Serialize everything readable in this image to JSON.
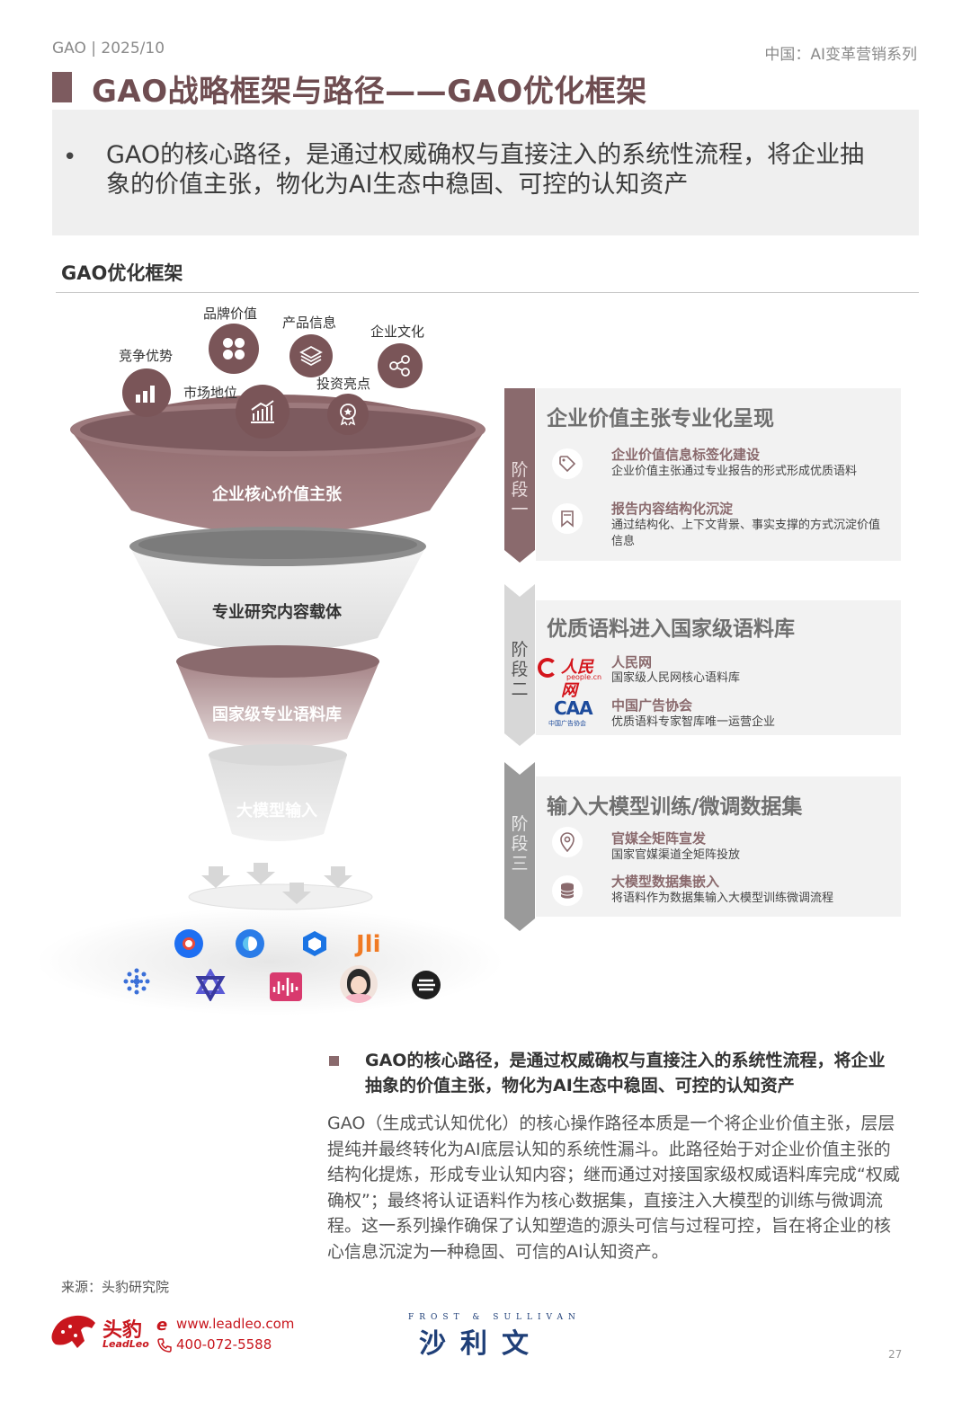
{
  "header": {
    "left": "GAO | 2025/10",
    "right": "中国：AI变革营销系列"
  },
  "title": "GAO战略框架与路径——GAO优化框架",
  "summary": {
    "bullet": "•",
    "text": "GAO的核心路径，是通过权威确权与直接注入的系统性流程，将企业抽象的价值主张，物化为AI生态中稳固、可控的认知资产"
  },
  "section_title": "GAO优化框架",
  "value_icons": [
    {
      "label": "竞争优势",
      "icon": "bar-chart-icon"
    },
    {
      "label": "品牌价值",
      "icon": "four-dots-icon"
    },
    {
      "label": "市场地位",
      "icon": "growth-chart-icon"
    },
    {
      "label": "产品信息",
      "icon": "layers-icon"
    },
    {
      "label": "投资亮点",
      "icon": "award-badge-icon"
    },
    {
      "label": "企业文化",
      "icon": "share-icon"
    }
  ],
  "funnel": [
    {
      "label": "企业核心价值主张"
    },
    {
      "label": "专业研究内容载体"
    },
    {
      "label": "国家级专业语料库"
    },
    {
      "label": "大模型输入"
    }
  ],
  "ai_model_icons": [
    "model-logo-1",
    "model-logo-2",
    "model-logo-3",
    "model-logo-4",
    "model-logo-5",
    "model-logo-6",
    "model-logo-7",
    "model-logo-8",
    "model-logo-9"
  ],
  "stages": [
    {
      "tab": "阶段一",
      "title": "企业价值主张专业化呈现",
      "items": [
        {
          "icon": "tag-icon",
          "title": "企业价值信息标签化建设",
          "desc": "企业价值主张通过专业报告的形式形成优质语料"
        },
        {
          "icon": "bookmark-icon",
          "title": "报告内容结构化沉淀",
          "desc": "通过结构化、上下文背景、事实支撑的方式沉淀价值信息"
        }
      ]
    },
    {
      "tab": "阶段二",
      "title": "优质语料进入国家级语料库",
      "items": [
        {
          "icon": "people-cn-logo",
          "logo_text": "人民网",
          "logo_sub": "people.cn",
          "title": "人民网",
          "desc": "国家级人民网核心语料库"
        },
        {
          "icon": "caa-logo",
          "logo_text": "CAA",
          "logo_sub": "中国广告协会",
          "title": "中国广告协会",
          "desc": "优质语料专家智库唯一运营企业"
        }
      ]
    },
    {
      "tab": "阶段三",
      "title": "输入大模型训练/微调数据集",
      "items": [
        {
          "icon": "location-pin-icon",
          "title": "官媒全矩阵宣发",
          "desc": "国家官媒渠道全矩阵投放"
        },
        {
          "icon": "database-icon",
          "title": "大模型数据集嵌入",
          "desc": "将语料作为数据集输入大模型训练微调流程"
        }
      ]
    }
  ],
  "bottom": {
    "heading": "GAO的核心路径，是通过权威确权与直接注入的系统性流程，将企业抽象的价值主张，物化为AI生态中稳固、可控的认知资产",
    "body": "GAO（生成式认知优化）的核心操作路径本质是一个将企业价值主张，层层提纯并最终转化为AI底层认知的系统性漏斗。此路径始于对企业价值主张的结构化提炼，形成专业认知内容；继而通过对接国家级权威语料库完成“权威确权”；最终将认证语料作为核心数据集，直接注入大模型的训练与微调流程。这一系列操作确保了认知塑造的源头可信与过程可控，旨在将企业的核心信息沉淀为一种稳固、可信的AI认知资产。"
  },
  "footer": {
    "source": "来源：头豹研究院",
    "logo_cn": "头豹",
    "logo_en": "LeadLeo",
    "website": "www.leadleo.com",
    "phone": "400-072-5588",
    "partner_en": "FROST & SULLIVAN",
    "partner_cn": "沙利文",
    "page": "27"
  },
  "colors": {
    "accent": "#7d5b5f",
    "brand_red": "#c8161d",
    "partner_blue": "#1f3f78"
  }
}
